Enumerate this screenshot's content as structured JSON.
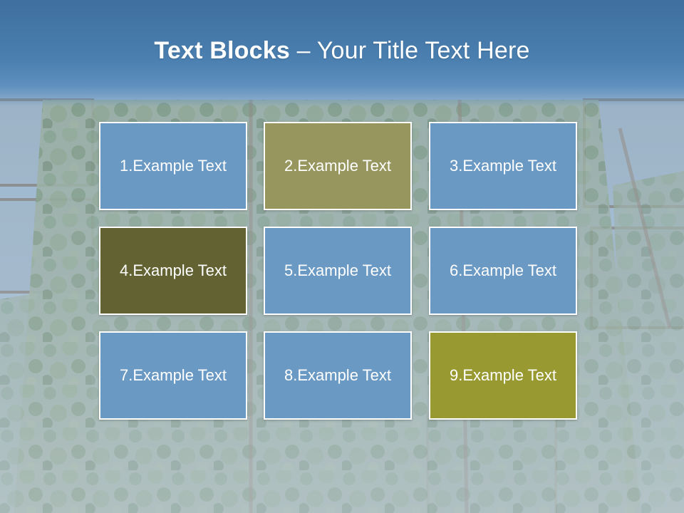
{
  "title": {
    "bold": "Text Blocks",
    "separator": " – ",
    "rest": "Your Title Text Here"
  },
  "colors": {
    "title_band": "#4a7fb0",
    "blue_block": "#6a99c4",
    "khaki_block": "#96965e",
    "olive_dark_block": "#626232",
    "olive_bright_block": "#999932",
    "block_border": "#ffffff"
  },
  "blocks": [
    {
      "label": "1.Example Text",
      "color": "#6a99c4"
    },
    {
      "label": "2.Example Text",
      "color": "#96965e"
    },
    {
      "label": "3.Example Text",
      "color": "#6a99c4"
    },
    {
      "label": "4.Example Text",
      "color": "#626232"
    },
    {
      "label": "5.Example Text",
      "color": "#6a99c4"
    },
    {
      "label": "6.Example Text",
      "color": "#6a99c4"
    },
    {
      "label": "7.Example Text",
      "color": "#6a99c4"
    },
    {
      "label": "8.Example Text",
      "color": "#6a99c4"
    },
    {
      "label": "9.Example Text",
      "color": "#999932"
    }
  ]
}
